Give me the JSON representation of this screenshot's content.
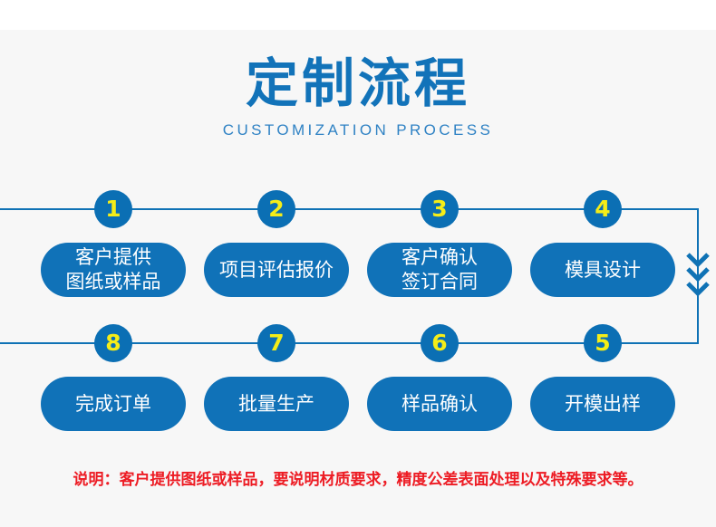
{
  "header": {
    "title": "定制流程",
    "subtitle": "CUSTOMIZATION PROCESS"
  },
  "colors": {
    "brand_blue": "#1273b9",
    "pill_blue": "#1072b8",
    "badge_blue": "#0b6fb4",
    "badge_number_yellow": "#f5ed18",
    "line_blue": "#0f72b5",
    "note_red": "#ed1c24",
    "background": "#f7f7f7"
  },
  "flow": {
    "row1": [
      {
        "number": "1",
        "label": "客户提供\n图纸或样品"
      },
      {
        "number": "2",
        "label": "项目评估报价"
      },
      {
        "number": "3",
        "label": "客户确认\n签订合同"
      },
      {
        "number": "4",
        "label": "模具设计"
      }
    ],
    "row2": [
      {
        "number": "8",
        "label": "完成订单"
      },
      {
        "number": "7",
        "label": "批量生产"
      },
      {
        "number": "6",
        "label": "样品确认"
      },
      {
        "number": "5",
        "label": "开模出样"
      }
    ],
    "connector_icon": "double-chevron-down-icon"
  },
  "note": {
    "text": "说明：客户提供图纸或样品，要说明材质要求，精度公差表面处理以及特殊要求等。"
  }
}
